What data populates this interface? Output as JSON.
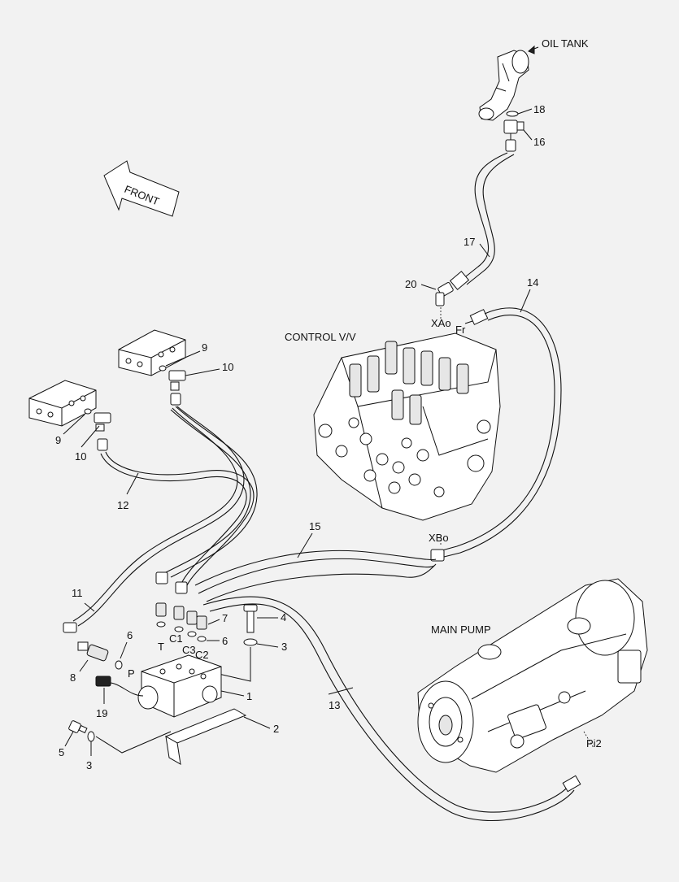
{
  "labels": {
    "oil_tank": "OIL TANK",
    "front": "FRONT",
    "control_valve": "CONTROL V/V",
    "main_pump": "MAIN PUMP",
    "port_xao": "XAo",
    "port_fr": "Fr",
    "port_xbo": "XBo",
    "port_pi2": "Pi2",
    "port_t": "T",
    "port_p": "P",
    "port_c1": "C1",
    "port_c3": "C3",
    "port_c2": "C2"
  },
  "callouts": {
    "n18": "18",
    "n16": "16",
    "n17": "17",
    "n20": "20",
    "n14": "14",
    "n9a": "9",
    "n10a": "10",
    "n9b": "9",
    "n10b": "10",
    "n12": "12",
    "n15": "15",
    "n11": "11",
    "n7": "7",
    "n4": "4",
    "n6a": "6",
    "n6b": "6",
    "n3a": "3",
    "n8": "8",
    "n1": "1",
    "n19": "19",
    "n2": "2",
    "n5": "5",
    "n3b": "3",
    "n13": "13"
  }
}
